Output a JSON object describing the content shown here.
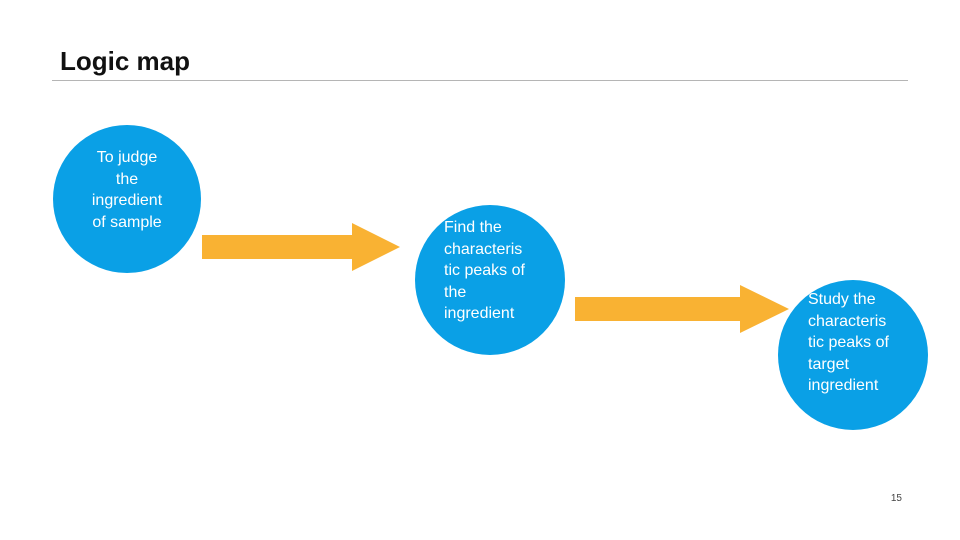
{
  "slide": {
    "title": "Logic map",
    "page_number": "15"
  },
  "diagram": {
    "nodes": [
      {
        "id": "n1",
        "label": "To judge\nthe\ningredient\nof sample"
      },
      {
        "id": "n2",
        "label": "Find the\ncharacteris\ntic peaks of\nthe\ningredient"
      },
      {
        "id": "n3",
        "label": "Study the\ncharacteris\ntic peaks of\ntarget\ningredient"
      }
    ],
    "edges": [
      {
        "from": "n1",
        "to": "n2"
      },
      {
        "from": "n2",
        "to": "n3"
      }
    ]
  },
  "colors": {
    "node_fill": "#0aa0e6",
    "node_text": "#ffffff",
    "arrow_fill": "#f9b233",
    "title_text": "#111111",
    "rule": "#b5b5b5"
  }
}
